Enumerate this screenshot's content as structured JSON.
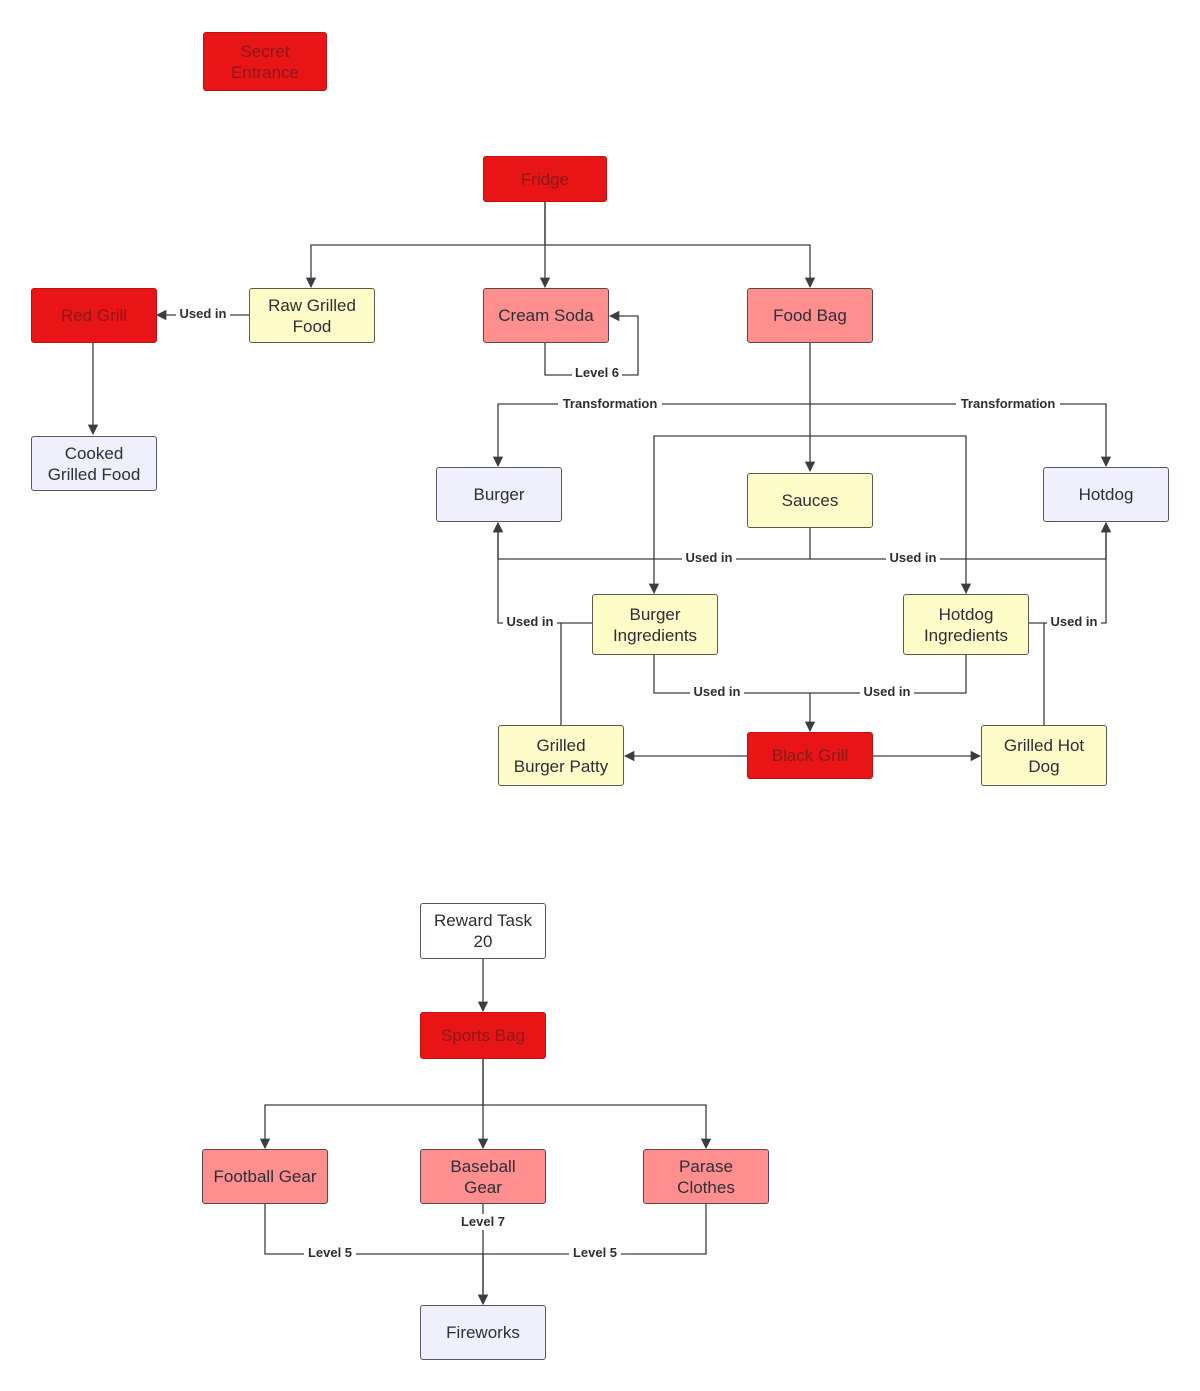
{
  "nodes": {
    "secret_entrance": "Secret\nEntrance",
    "fridge": "Fridge",
    "red_grill": "Red Grill",
    "raw_grilled_food": "Raw Grilled\nFood",
    "cream_soda": "Cream Soda",
    "food_bag": "Food Bag",
    "cooked_grilled_food": "Cooked\nGrilled Food",
    "burger": "Burger",
    "sauces": "Sauces",
    "hotdog": "Hotdog",
    "burger_ingredients": "Burger\nIngredients",
    "hotdog_ingredients": "Hotdog\nIngredients",
    "grilled_burger_patty": "Grilled\nBurger Patty",
    "black_grill": "Black Grill",
    "grilled_hot_dog": "Grilled Hot\nDog",
    "reward_task": "Reward Task\n20",
    "sports_bag": "Sports Bag",
    "football_gear": "Football Gear",
    "baseball_gear": "Baseball\nGear",
    "parase_clothes": "Parase\nClothes",
    "fireworks": "Fireworks"
  },
  "edge_labels": {
    "used_in": "Used in",
    "level_6": "Level 6",
    "transformation": "Transformation",
    "level_7": "Level 7",
    "level_5": "Level 5"
  },
  "colors": {
    "red": "#e81416",
    "pink": "#ff8f8f",
    "yellow": "#fefcc8",
    "lavender": "#f0f0fc",
    "white": "#ffffff",
    "line": "#3a3d44"
  }
}
